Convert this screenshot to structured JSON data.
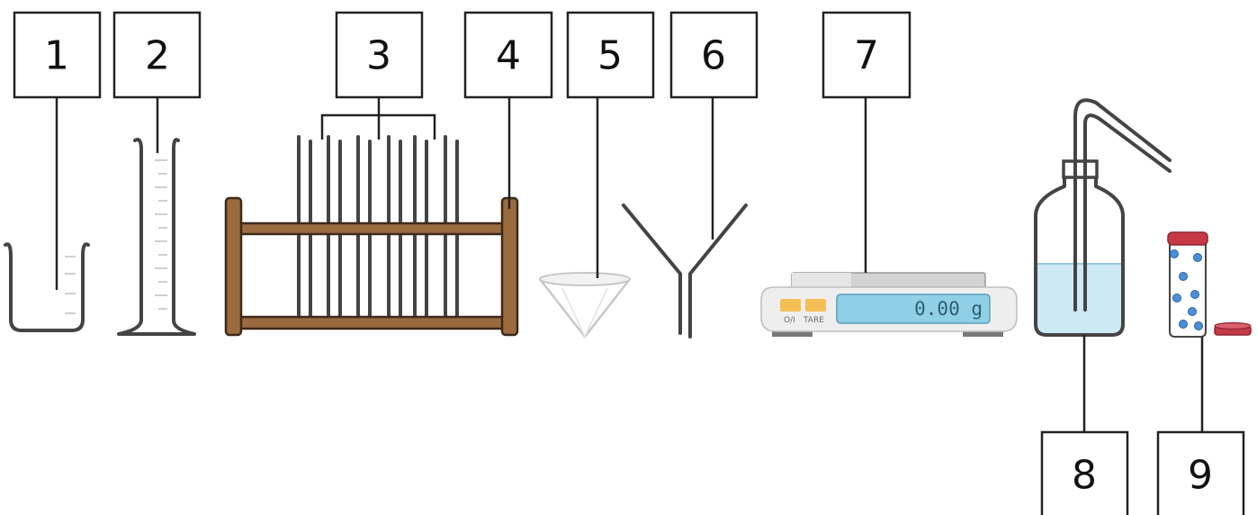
{
  "labels": {
    "one": "1",
    "two": "2",
    "three": "3",
    "four": "4",
    "five": "5",
    "six": "6",
    "seven": "7",
    "eight": "8",
    "nine": "9"
  },
  "balance": {
    "display": "0.00 g",
    "button_power": "O/I",
    "button_tare": "TARE"
  },
  "colors": {
    "wood": "#9a6b3f",
    "water": "#cde9f3",
    "display": "#8fd0e6",
    "button": "#f5bf55",
    "lid": "#c63a48",
    "dots": "#4a90d9"
  }
}
